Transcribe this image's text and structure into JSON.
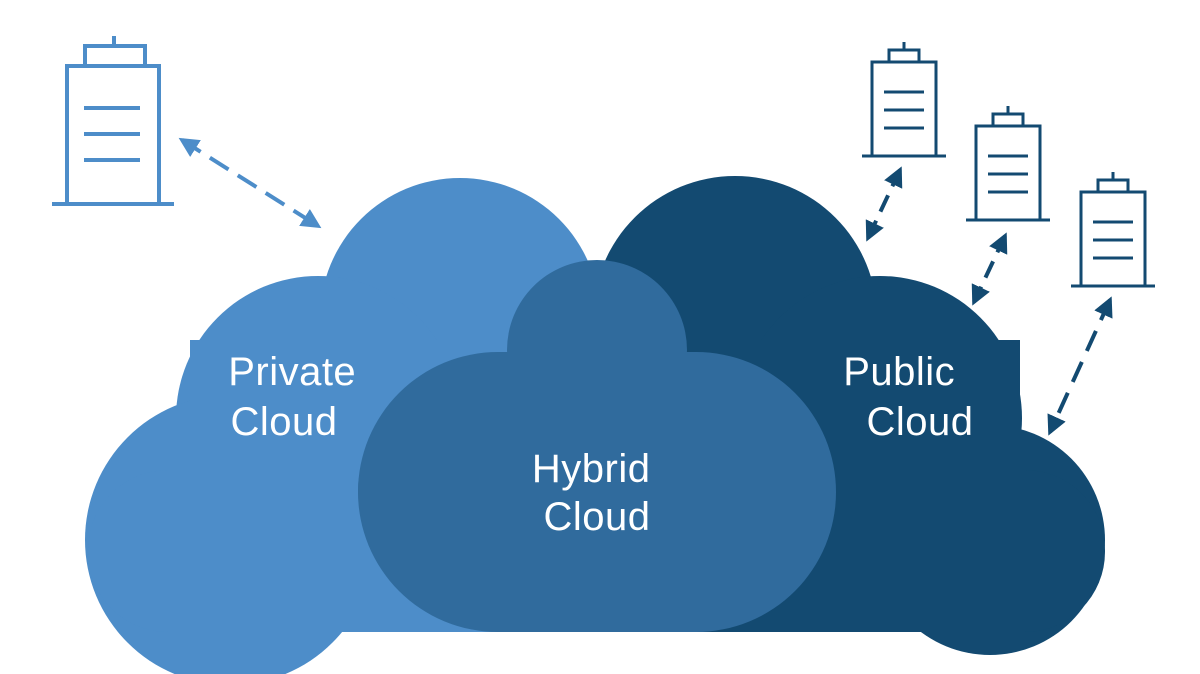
{
  "clouds": {
    "private": {
      "line1": "Private",
      "line2": "Cloud",
      "color": "#4d8dc9"
    },
    "hybrid": {
      "line1": "Hybrid",
      "line2": "Cloud",
      "color": "#306b9d"
    },
    "public": {
      "line1": "Public",
      "line2": "Cloud",
      "color": "#134a71"
    }
  },
  "icons": {
    "private_building_color": "#4d8dc9",
    "public_building_color": "#134a71",
    "private_arrow_color": "#4d8dc9",
    "public_arrow_color": "#134a71"
  }
}
